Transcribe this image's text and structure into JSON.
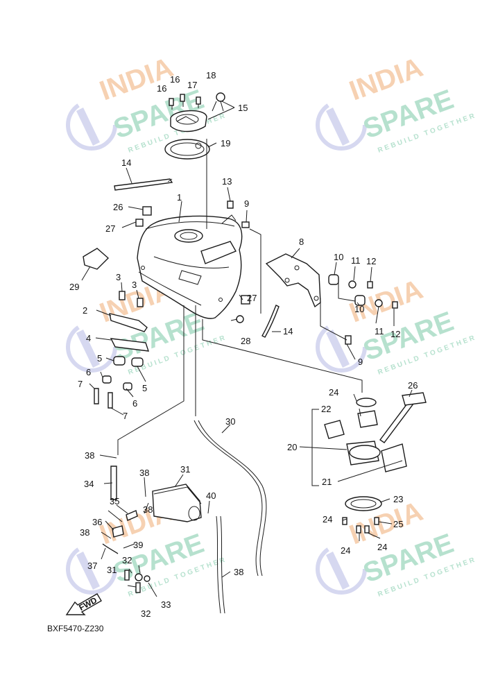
{
  "diagram_code": "BXF5470-Z230",
  "fwd_label": "FWD",
  "watermark": {
    "line1": "INDIA",
    "line2": "SPARE",
    "tagline": "REBUILD TOGETHER",
    "color_orange": "#f5c9a4",
    "color_green": "#a9dcc6",
    "color_purple": "#cfd1ee"
  },
  "callouts": [
    "1",
    "2",
    "3",
    "3",
    "4",
    "5",
    "5",
    "6",
    "6",
    "7",
    "7",
    "8",
    "9",
    "9",
    "10",
    "10",
    "11",
    "11",
    "12",
    "12",
    "13",
    "14",
    "14",
    "15",
    "16",
    "16",
    "17",
    "18",
    "19",
    "20",
    "21",
    "22",
    "23",
    "24",
    "24",
    "24",
    "24",
    "25",
    "26",
    "26",
    "27",
    "27",
    "28",
    "29",
    "30",
    "31",
    "31",
    "32",
    "32",
    "33",
    "34",
    "35",
    "36",
    "37",
    "38",
    "38",
    "38",
    "38",
    "38",
    "39",
    "40"
  ]
}
